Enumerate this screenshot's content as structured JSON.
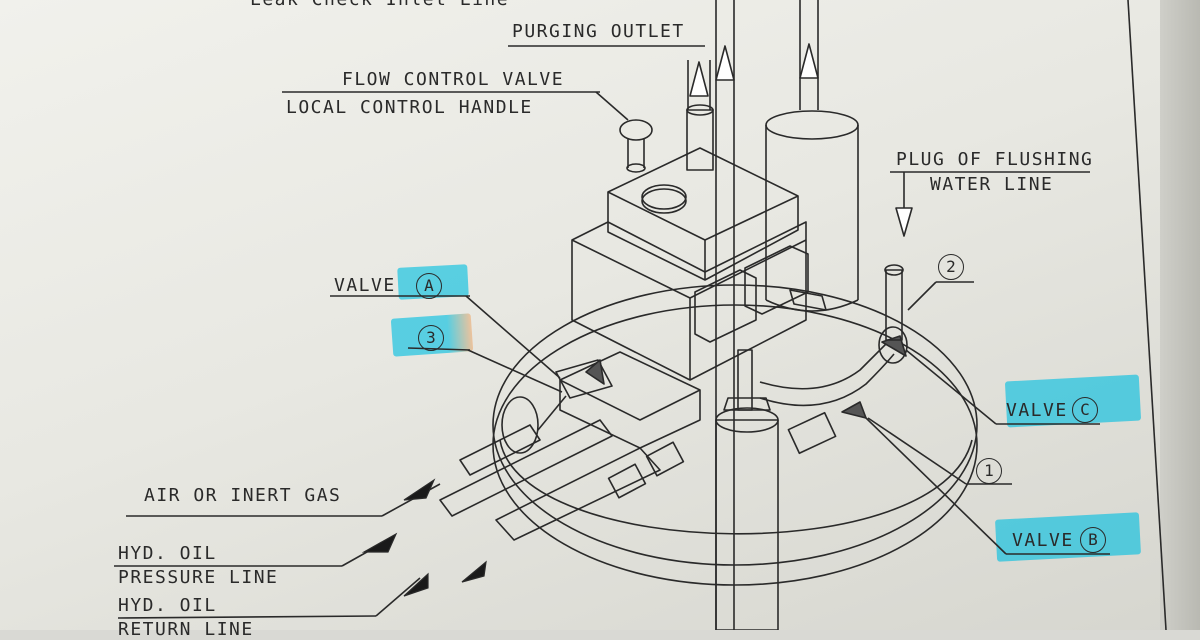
{
  "labels": {
    "top_cut": "Leak Check Inlet Line",
    "purging_outlet": "PURGING OUTLET",
    "flow_control_valve": "FLOW CONTROL VALVE",
    "local_control_handle": "LOCAL CONTROL HANDLE",
    "plug_flushing": "PLUG OF FLUSHING",
    "water_line": "WATER LINE",
    "valve_a": "VALVE",
    "valve_a_mark": "A",
    "callout_3": "3",
    "callout_2": "2",
    "callout_1": "1",
    "valve_c": "VALVE",
    "valve_c_mark": "C",
    "valve_b": "VALVE",
    "valve_b_mark": "B",
    "air_or_inert_gas": "AIR OR INERT GAS",
    "hyd_oil_1": "HYD. OIL",
    "pressure_line": "PRESSURE LINE",
    "hyd_oil_2": "HYD. OIL",
    "return_line": "RETURN LINE"
  },
  "colors": {
    "highlighter": "#00bee1",
    "ink": "#2a2a2a",
    "paper": "#eeeee9"
  }
}
